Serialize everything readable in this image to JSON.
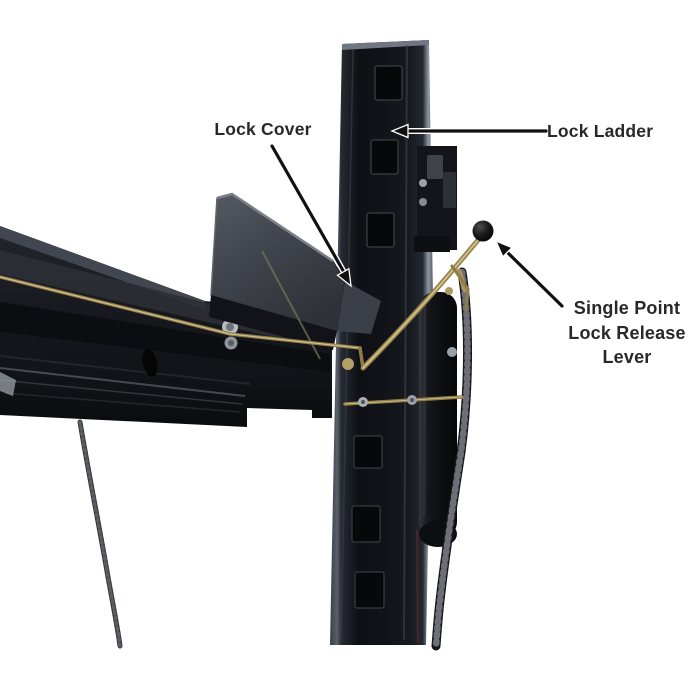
{
  "annotations": {
    "lock_cover": {
      "label": "Lock Cover"
    },
    "lock_ladder": {
      "label": "Lock Ladder"
    },
    "release_lever": {
      "lines": [
        "Single Point",
        "Lock Release",
        "Lever"
      ]
    }
  },
  "colors": {
    "background": "#ffffff",
    "annotation_text": "#282828",
    "arrow": "#101010",
    "machine_black": "#101218",
    "cover_gray": "#41454d",
    "brass_rod": "#97824b",
    "silver_bolt": "#aab0b6",
    "lever_ball": "#151515"
  }
}
